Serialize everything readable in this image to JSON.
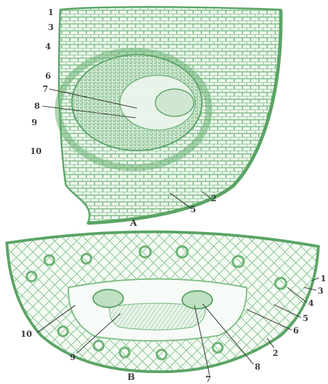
{
  "colors": {
    "tissue": "#7fbf86",
    "tissue_dark": "#5aa466",
    "tissue_fill": "#e4f2e5",
    "leader": "#3e3e3e",
    "text": "#3a3a3a"
  },
  "panel_a": {
    "caption": "A",
    "labels": [
      "1",
      "2",
      "3",
      "4",
      "5",
      "6",
      "7",
      "8",
      "9",
      "10"
    ]
  },
  "panel_b": {
    "caption": "B",
    "labels": [
      "1",
      "2",
      "3",
      "4",
      "5",
      "6",
      "7",
      "8",
      "9",
      "10"
    ]
  }
}
